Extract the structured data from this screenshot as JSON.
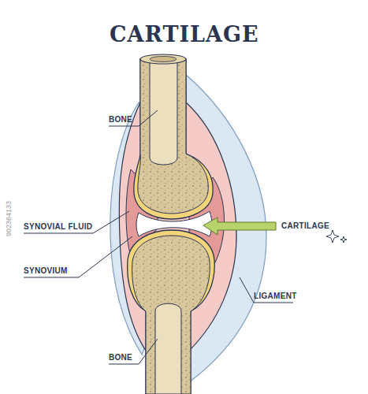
{
  "diagram": {
    "title": "CARTILAGE",
    "labels": [
      "BONE",
      "SYNOVIAL FLUID",
      "SYNOVIUM",
      "CARTILAGE",
      "LIGAMENT",
      "BONE",
      "902364133"
    ]
  }
}
